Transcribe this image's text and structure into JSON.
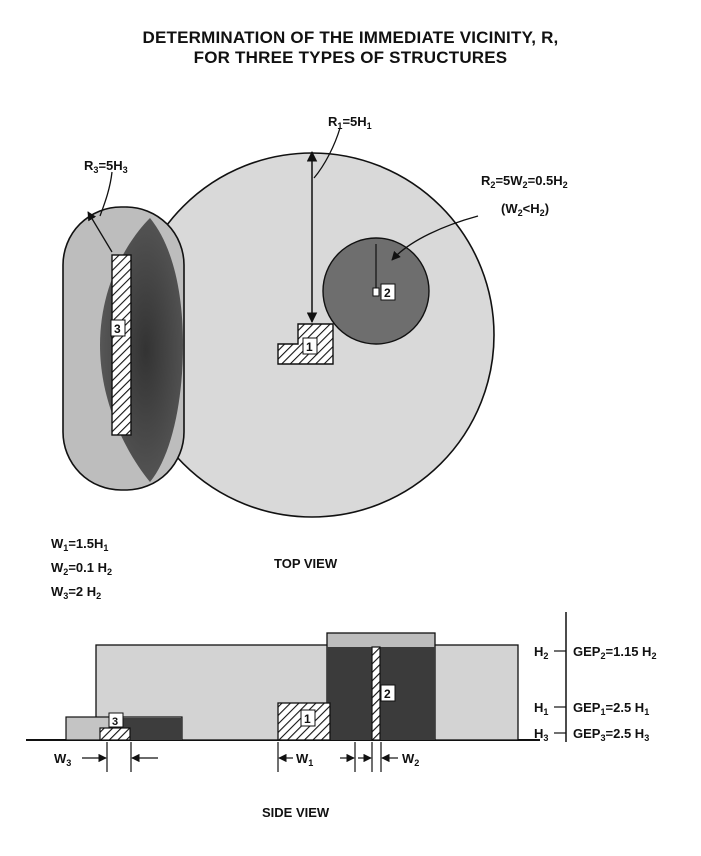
{
  "title": {
    "line1": "DETERMINATION OF THE IMMEDIATE VICINITY, R,",
    "line2": "FOR THREE TYPES OF STRUCTURES"
  },
  "top_view": {
    "caption": "TOP VIEW",
    "r1": {
      "main": "R",
      "s1": "1",
      "mid": "=5H",
      "s2": "1"
    },
    "r2": {
      "main": "R",
      "s1": "2",
      "mid": "=5W",
      "s2": "2",
      "mid2": "=0.5H",
      "s3": "2"
    },
    "r2_cond": {
      "open": "(W",
      "s1": "2",
      "mid": "<H",
      "s2": "2",
      "close": ")"
    },
    "r3": {
      "main": "R",
      "s1": "3",
      "mid": "=5H",
      "s2": "3"
    },
    "struct_labels": [
      "1",
      "2",
      "3"
    ],
    "widths": [
      {
        "main": "W",
        "sub": "1",
        "rest": "=1.5H",
        "sub2": "1"
      },
      {
        "main": "W",
        "sub": "2",
        "rest": "=0.1 H",
        "sub2": "2"
      },
      {
        "main": "W",
        "sub": "3",
        "rest": "=2 H",
        "sub2": "2"
      }
    ]
  },
  "side_view": {
    "caption": "SIDE VIEW",
    "heights": [
      {
        "h": "H",
        "hs": "2",
        "g": "GEP",
        "gs": "2",
        "v": "=1.15 H",
        "vs": "2"
      },
      {
        "h": "H",
        "hs": "1",
        "g": "GEP",
        "gs": "1",
        "v": "=2.5 H",
        "vs": "1"
      },
      {
        "h": "H",
        "hs": "3",
        "g": "GEP",
        "gs": "3",
        "v": "=2.5 H",
        "vs": "3"
      }
    ],
    "dims": [
      {
        "main": "W",
        "sub": "3"
      },
      {
        "main": "W",
        "sub": "1"
      },
      {
        "main": "W",
        "sub": "2"
      }
    ]
  }
}
